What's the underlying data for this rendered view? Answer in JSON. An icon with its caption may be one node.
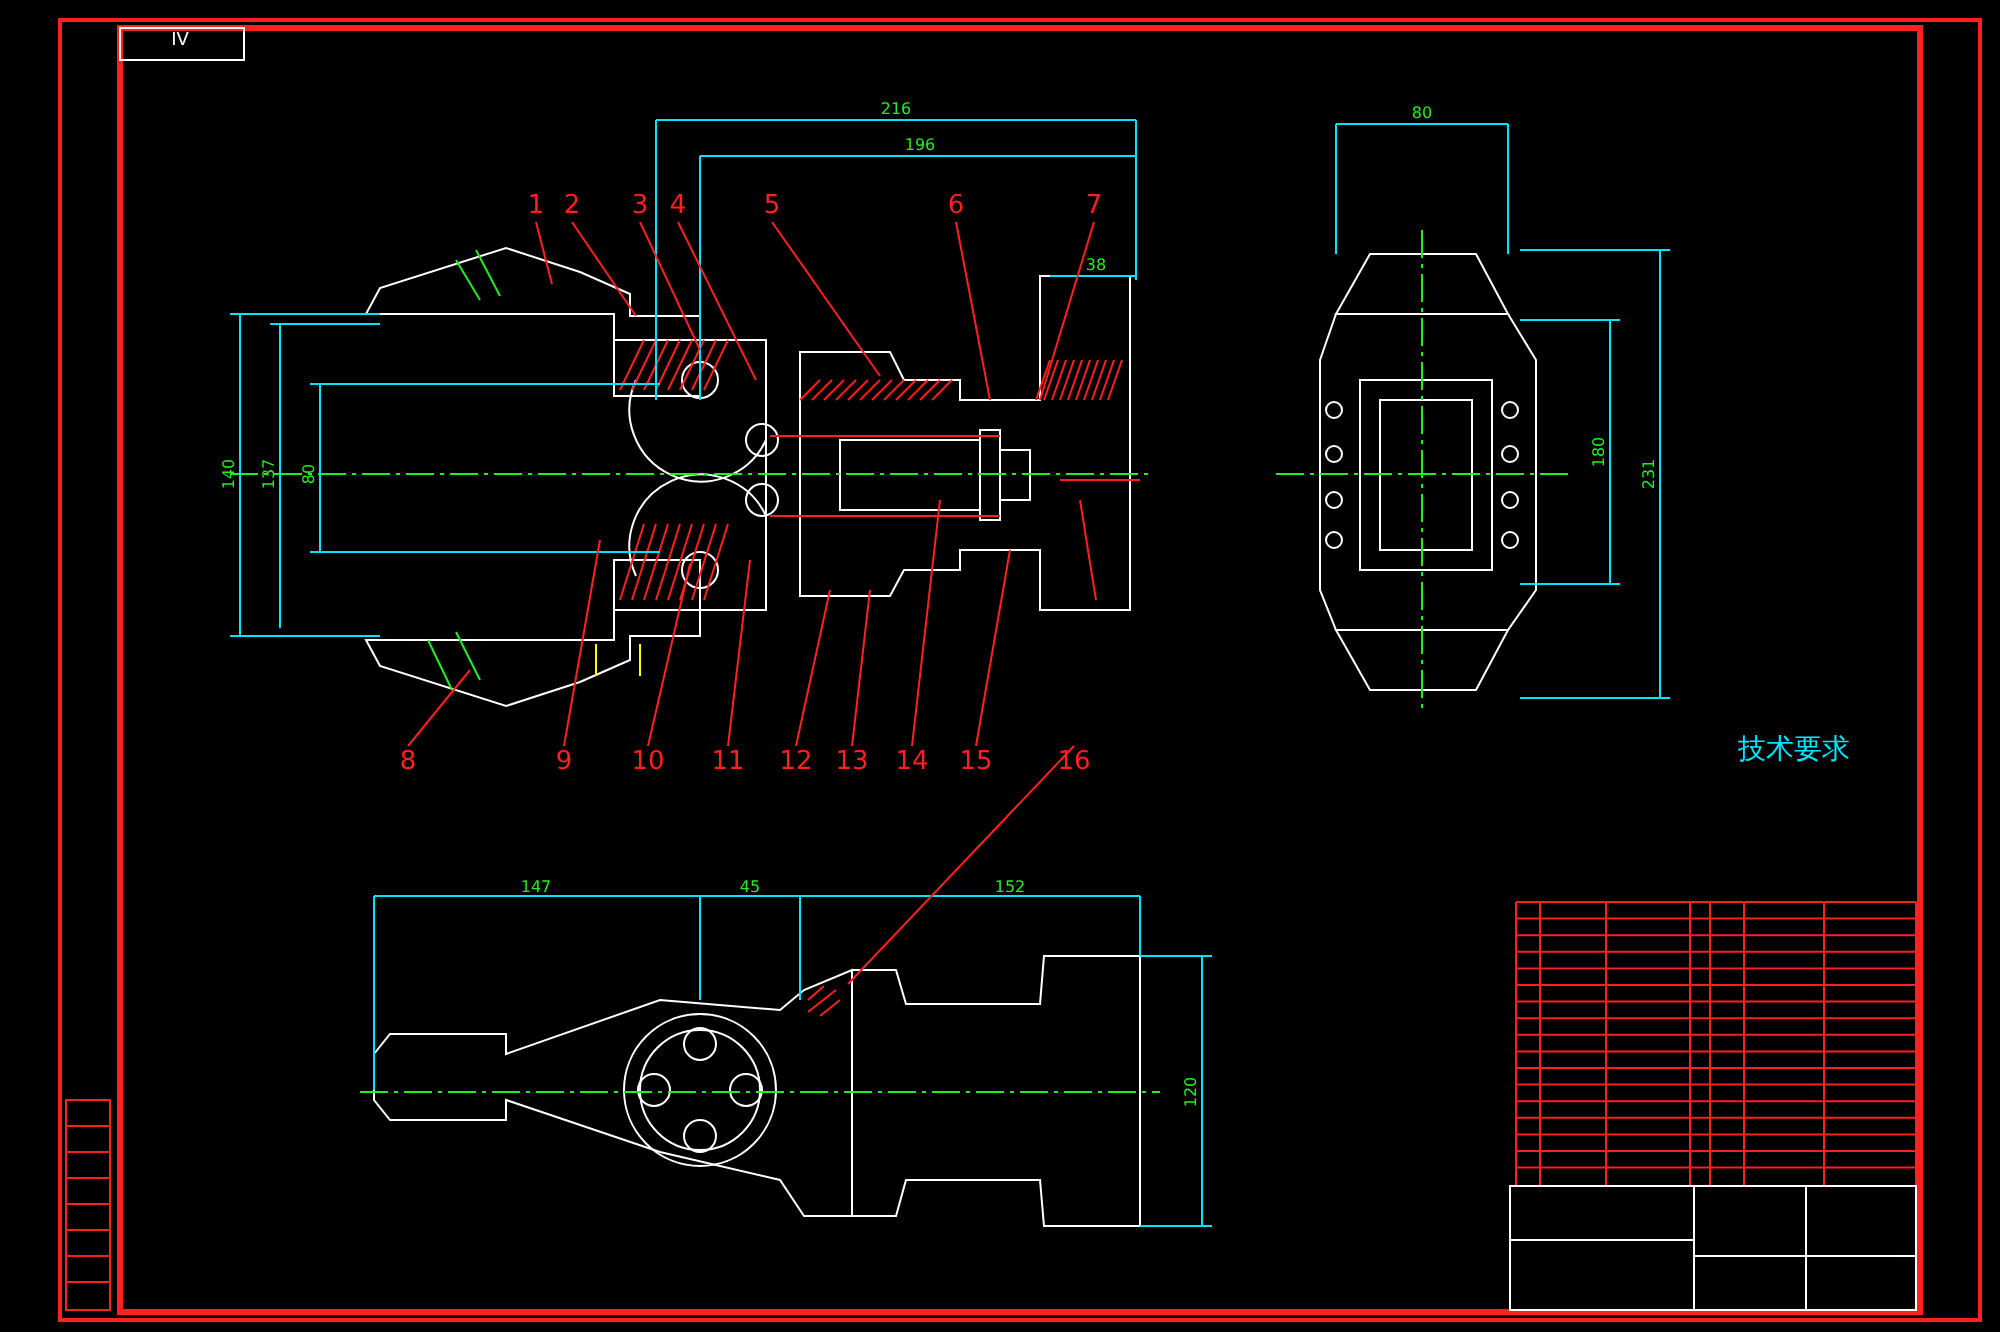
{
  "diagram": {
    "nodes": [
      {
        "text": [
          "1"
        ]
      },
      {
        "text": [
          "2"
        ]
      },
      {
        "text": [
          "3"
        ]
      },
      {
        "text": [
          "4"
        ]
      },
      {
        "text": [
          "5"
        ]
      },
      {
        "text": [
          "6"
        ]
      },
      {
        "text": [
          "7"
        ]
      },
      {
        "text": [
          "8"
        ]
      },
      {
        "text": [
          "9"
        ]
      },
      {
        "text": [
          "10"
        ]
      },
      {
        "text": [
          "11"
        ]
      },
      {
        "text": [
          "12"
        ]
      },
      {
        "text": [
          "13"
        ]
      },
      {
        "text": [
          "14"
        ]
      },
      {
        "text": [
          "15"
        ]
      },
      {
        "text": [
          "16"
        ]
      }
    ],
    "edges": [
      {
        "from": 0,
        "to": null,
        "arrow": "none"
      },
      {
        "from": 1,
        "to": null,
        "arrow": "none"
      },
      {
        "from": 2,
        "to": null,
        "arrow": "none"
      },
      {
        "from": 3,
        "to": null,
        "arrow": "none"
      },
      {
        "from": 4,
        "to": null,
        "arrow": "none"
      },
      {
        "from": 5,
        "to": null,
        "arrow": "none"
      },
      {
        "from": 6,
        "to": null,
        "arrow": "none"
      },
      {
        "from": 7,
        "to": null,
        "arrow": "none"
      },
      {
        "from": 8,
        "to": null,
        "arrow": "none"
      },
      {
        "from": 9,
        "to": null,
        "arrow": "none"
      },
      {
        "from": 10,
        "to": null,
        "arrow": "none"
      },
      {
        "from": 11,
        "to": null,
        "arrow": "none"
      },
      {
        "from": 12,
        "to": null,
        "arrow": "none"
      },
      {
        "from": 13,
        "to": null,
        "arrow": "none"
      },
      {
        "from": 14,
        "to": null,
        "arrow": "none"
      },
      {
        "from": 15,
        "to": null,
        "arrow": "none"
      }
    ],
    "labels": [
      "IV",
      "216",
      "196",
      "38",
      "140",
      "137",
      "80",
      "80",
      "180",
      "231",
      "147",
      "45",
      "152",
      "120",
      "技术要求"
    ]
  }
}
